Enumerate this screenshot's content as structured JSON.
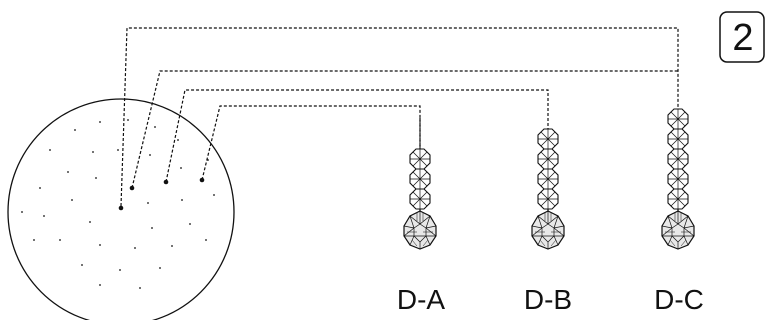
{
  "step_badge": {
    "number": "2"
  },
  "pendants": [
    {
      "label": "D-A",
      "octagon_count": 3
    },
    {
      "label": "D-B",
      "octagon_count": 4
    },
    {
      "label": "D-C",
      "octagon_count": 5
    }
  ],
  "colors": {
    "line": "#111111",
    "crystal_fill": "#e8e8e8",
    "background": "#ffffff"
  }
}
